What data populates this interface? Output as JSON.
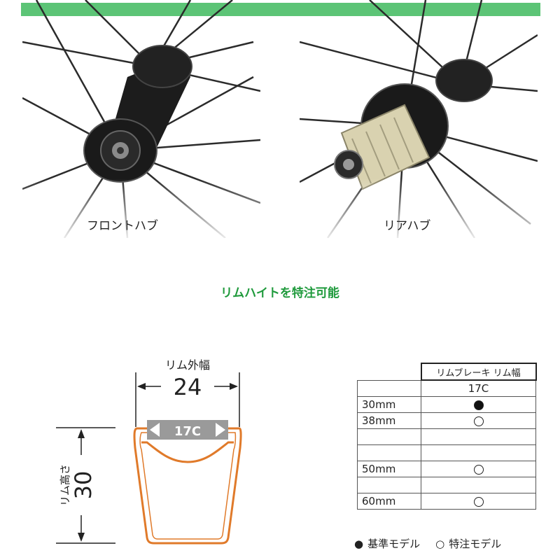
{
  "hubs": {
    "front_label": "フロントハブ",
    "rear_label": "リアハブ"
  },
  "heading": "リムハイトを特注可能",
  "rim_diagram": {
    "outer_width_label": "リム外幅",
    "outer_width_value": "24",
    "inner_width_value": "17C",
    "height_label": "リム高さ",
    "height_value": "30"
  },
  "spec_table": {
    "header": "リムブレーキ  リム幅",
    "column": "17C",
    "rows": [
      {
        "label": "30mm",
        "mark": "filled"
      },
      {
        "label": "38mm",
        "mark": "open"
      },
      {
        "label": "",
        "mark": ""
      },
      {
        "label": "",
        "mark": ""
      },
      {
        "label": "50mm",
        "mark": "open"
      },
      {
        "label": "",
        "mark": ""
      },
      {
        "label": "60mm",
        "mark": "open"
      }
    ]
  },
  "legend": {
    "standard_symbol": "●",
    "standard_label": "基準モデル",
    "custom_symbol": "○",
    "custom_label": "特注モデル"
  },
  "colors": {
    "accent_green": "#5cc476",
    "heading_green": "#1f9a3c",
    "rim_orange": "#e07a2a",
    "freehub_gold": "#d9d2b0"
  }
}
